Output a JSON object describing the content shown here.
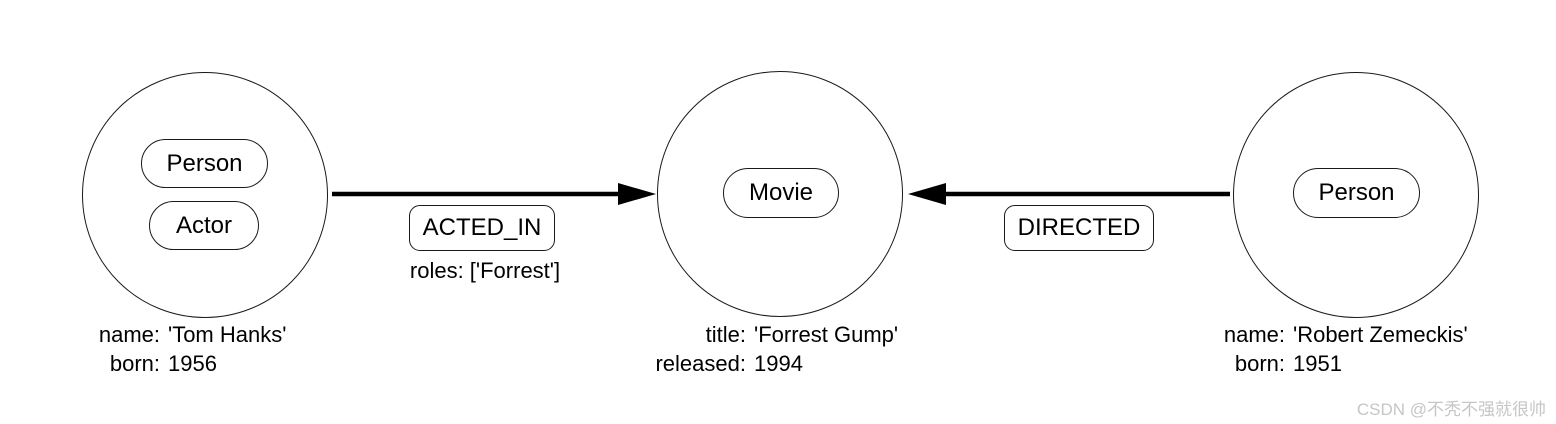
{
  "diagram": {
    "type": "property-graph",
    "background": "#ffffff",
    "stroke_color": "#000000",
    "watermark": "CSDN @不秃不强就很帅",
    "nodes": [
      {
        "id": "tom-hanks",
        "labels": [
          "Person",
          "Actor"
        ],
        "props": [
          {
            "key": "name:",
            "value": "'Tom Hanks'"
          },
          {
            "key": "born:",
            "value": "1956"
          }
        ]
      },
      {
        "id": "forrest-gump",
        "labels": [
          "Movie"
        ],
        "props": [
          {
            "key": "title:",
            "value": "'Forrest Gump'"
          },
          {
            "key": "released:",
            "value": "1994"
          }
        ]
      },
      {
        "id": "robert-zemeckis",
        "labels": [
          "Person"
        ],
        "props": [
          {
            "key": "name:",
            "value": "'Robert Zemeckis'"
          },
          {
            "key": "born:",
            "value": "1951"
          }
        ]
      }
    ],
    "relationships": [
      {
        "type": "ACTED_IN",
        "from": "tom-hanks",
        "to": "forrest-gump",
        "direction": "right",
        "props_text": "roles: ['Forrest']"
      },
      {
        "type": "DIRECTED",
        "from": "robert-zemeckis",
        "to": "forrest-gump",
        "direction": "left",
        "props_text": ""
      }
    ]
  }
}
